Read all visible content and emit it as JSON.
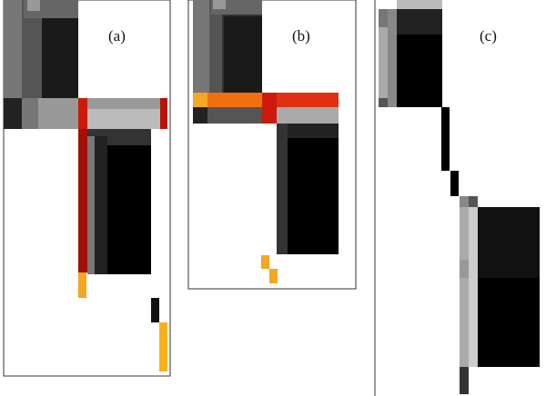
{
  "panels": [
    {
      "id": "a",
      "label": "(a)"
    },
    {
      "id": "b",
      "label": "(b)"
    },
    {
      "id": "c",
      "label": "(c)"
    }
  ],
  "colors": {
    "frame": "#333333",
    "black": "#000000",
    "near_black": "#111111",
    "dark_gray": "#222222",
    "mid_gray": "#555555",
    "gray": "#777777",
    "light_gray": "#aaaaaa",
    "pale_gray": "#cccccc",
    "dark_red": "#a01008",
    "red": "#cc1a0a",
    "orange_red": "#e8400a",
    "orange": "#f07010",
    "amber": "#f5a623",
    "yellow_orange": "#f7b018"
  }
}
